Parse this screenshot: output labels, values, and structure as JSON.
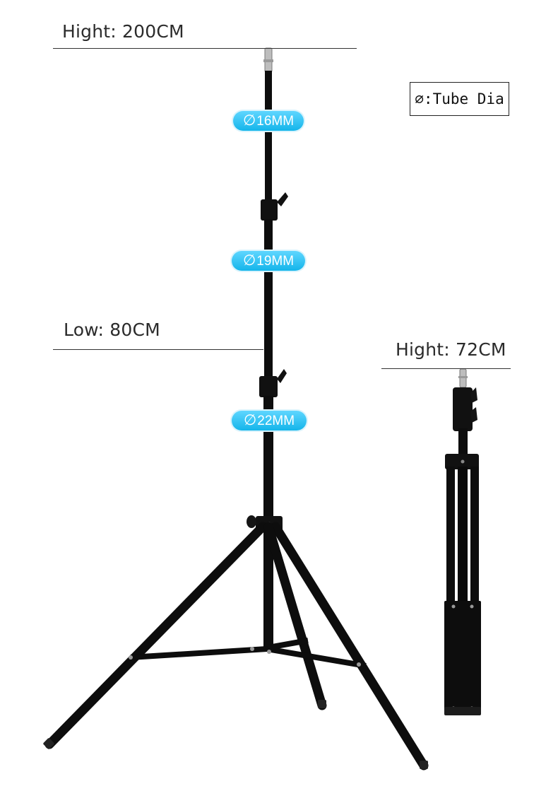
{
  "labels": {
    "max_height": "Hight: 200CM",
    "min_height": "Low: 80CM",
    "folded_height": "Hight: 72CM"
  },
  "legend": {
    "symbol": "∅",
    "text": ":Tube Dia"
  },
  "diameters": [
    {
      "symbol": "∅",
      "value": "16MM"
    },
    {
      "symbol": "∅",
      "value": "19MM"
    },
    {
      "symbol": "∅",
      "value": "22MM"
    }
  ],
  "colors": {
    "badge": "#14b5ea",
    "stand": "#0d0d0d",
    "text": "#2b2b2b"
  }
}
